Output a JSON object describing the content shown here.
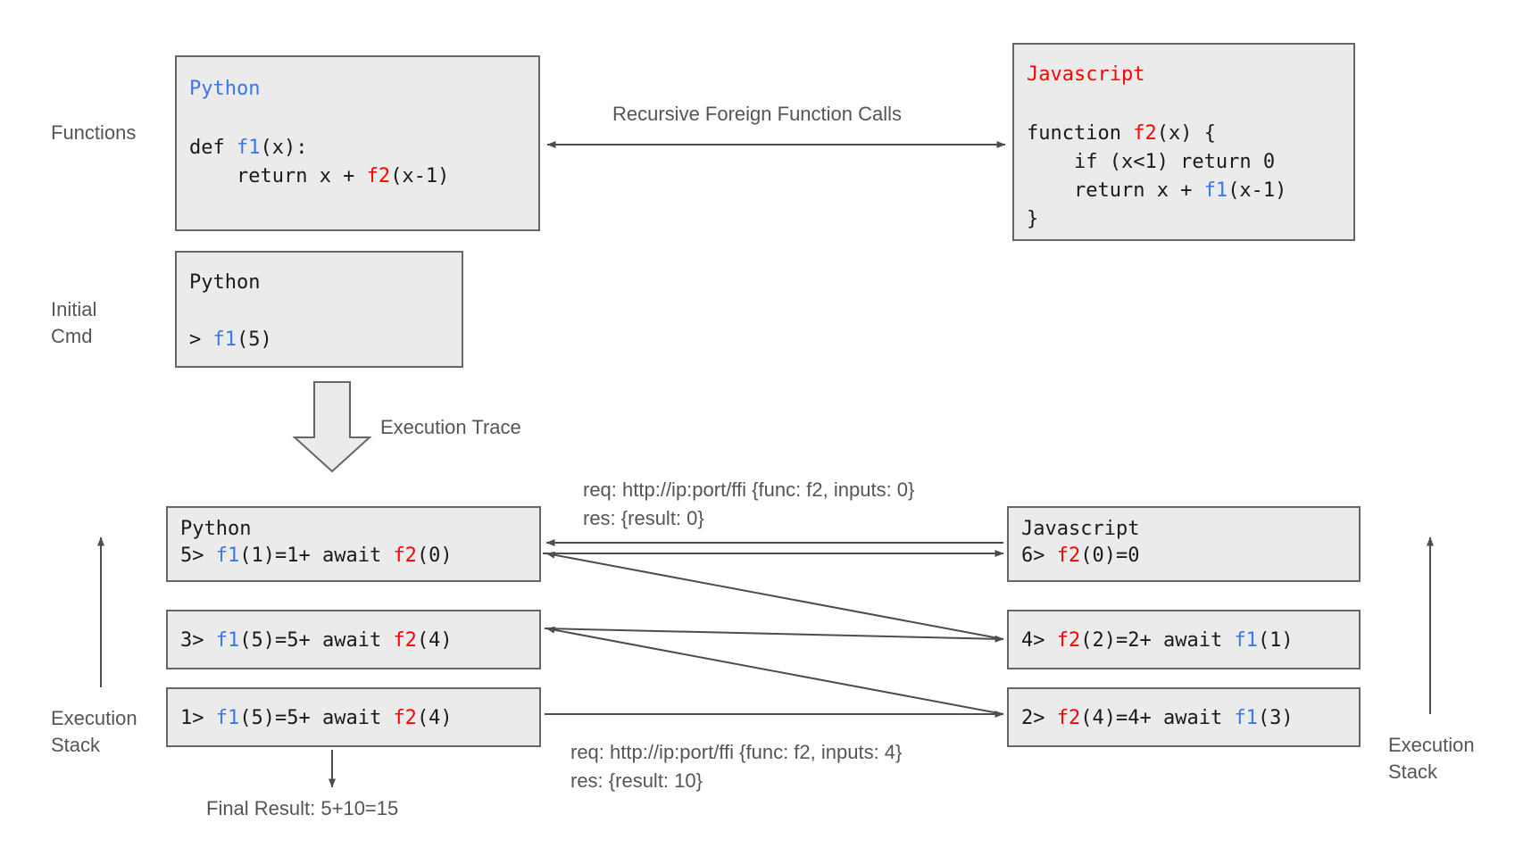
{
  "labels": {
    "functions": "Functions",
    "initial_cmd": "Initial\nCmd",
    "exec_stack_left": "Execution\nStack",
    "exec_stack_right": "Execution\nStack",
    "recursive_ffi": "Recursive Foreign Function Calls",
    "execution_trace": "Execution Trace",
    "final_result": "Final Result: 5+10=15"
  },
  "functions": {
    "python": {
      "title": "Python",
      "line1_pre": "def ",
      "line1_name": "f1",
      "line1_post": "(x):",
      "line2_pre": "    return x + ",
      "line2_name": "f2",
      "line2_post": "(x-1)"
    },
    "javascript": {
      "title": "Javascript",
      "line1_pre": "function ",
      "line1_name": "f2",
      "line1_post": "(x) {",
      "line2": "    if (x<1) return 0",
      "line3_pre": "    return x + ",
      "line3_name": "f1",
      "line3_post": "(x-1)",
      "line4": "}"
    }
  },
  "initial_cmd": {
    "title": "Python",
    "prompt": "> ",
    "call_name": "f1",
    "call_args": "(5)"
  },
  "stack_left": [
    {
      "title": "Python",
      "index": "5> ",
      "fn": "f1",
      "mid": "(1)=1+ await ",
      "fn2": "f2",
      "tail": "(0)"
    },
    {
      "title": "",
      "index": "3> ",
      "fn": "f1",
      "mid": "(5)=5+ await ",
      "fn2": "f2",
      "tail": "(4)"
    },
    {
      "title": "",
      "index": "1> ",
      "fn": "f1",
      "mid": "(5)=5+ await ",
      "fn2": "f2",
      "tail": "(4)"
    }
  ],
  "stack_right": [
    {
      "title": "Javascript",
      "index": "6> ",
      "fn": "f2",
      "mid": "(0)=0",
      "fn2": "",
      "tail": ""
    },
    {
      "title": "",
      "index": "4> ",
      "fn": "f2",
      "mid": "(2)=2+ await ",
      "fn2": "f1",
      "tail": "(1)"
    },
    {
      "title": "",
      "index": "2> ",
      "fn": "f2",
      "mid": "(4)=4+ await ",
      "fn2": "f1",
      "tail": "(3)"
    }
  ],
  "messages": {
    "top_req": "req: http://ip:port/ffi {func: f2, inputs: 0}",
    "top_res": "res: {result: 0}",
    "bottom_req": "req: http://ip:port/ffi {func: f2, inputs: 4}",
    "bottom_res": "res: {result: 10}"
  },
  "colors": {
    "python_accent": "#3b77e8",
    "javascript_accent": "#ff0000",
    "box_fill": "#ebebeb",
    "box_border": "#666666",
    "text": "#555555",
    "arrow": "#4d4d4d"
  }
}
